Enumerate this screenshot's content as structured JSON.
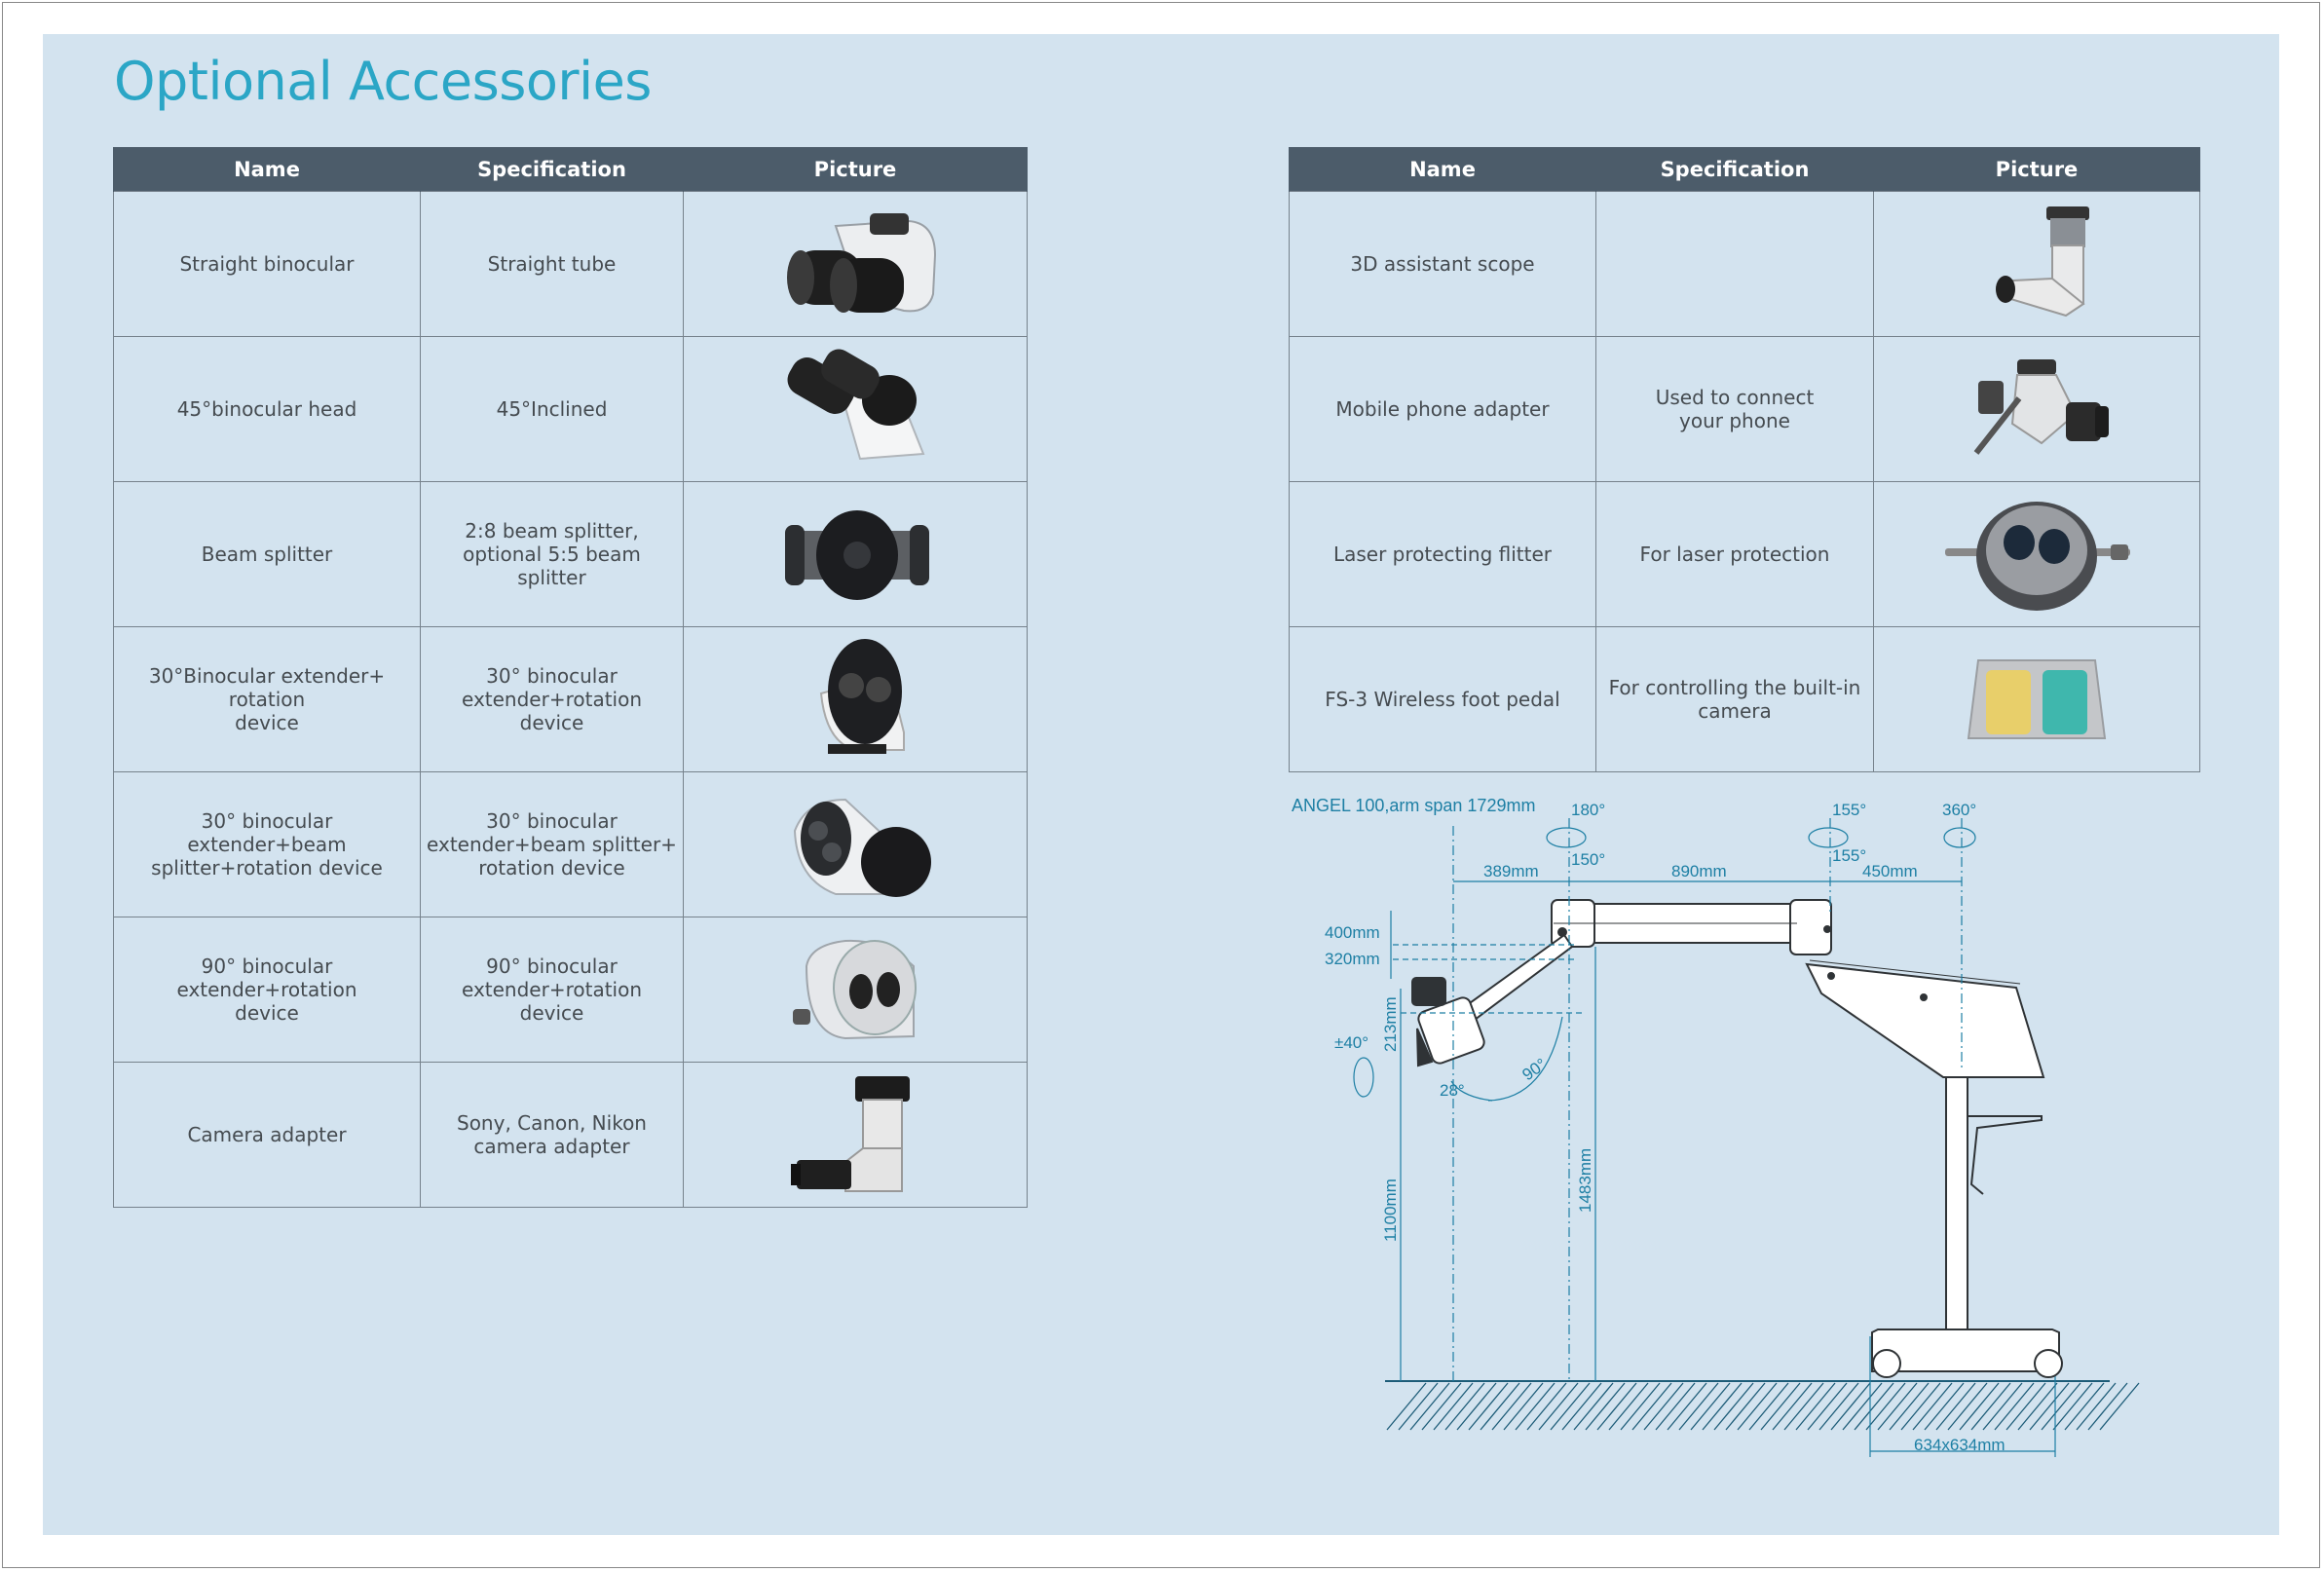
{
  "title": "Optional Accessories",
  "left_table": {
    "headers": [
      "Name",
      "Specification",
      "Picture"
    ],
    "rows": [
      {
        "name": "Straight binocular",
        "spec": "Straight tube",
        "picture_icon": "straight-binocular-icon"
      },
      {
        "name": "45°binocular head",
        "spec": "45°Inclined",
        "picture_icon": "inclined-binocular-icon"
      },
      {
        "name": "Beam splitter",
        "spec": "2:8 beam splitter,\noptional 5:5 beam\nsplitter",
        "picture_icon": "beam-splitter-icon"
      },
      {
        "name": "30°Binocular extender+ rotation\ndevice",
        "spec": "30° binocular\nextender+rotation\ndevice",
        "picture_icon": "binocular-extender-icon"
      },
      {
        "name": "30° binocular\nextender+beam\nsplitter+rotation device",
        "spec": "30° binocular\nextender+beam splitter+\nrotation device",
        "picture_icon": "extender-beam-splitter-icon"
      },
      {
        "name": "90° binocular\nextender+rotation\ndevice",
        "spec": "90° binocular\nextender+rotation\ndevice",
        "picture_icon": "90-extender-icon"
      },
      {
        "name": "Camera adapter",
        "spec": "Sony, Canon, Nikon\ncamera adapter",
        "picture_icon": "camera-adapter-icon"
      }
    ]
  },
  "right_table": {
    "headers": [
      "Name",
      "Specification",
      "Picture"
    ],
    "rows": [
      {
        "name": "3D assistant scope",
        "spec": "",
        "picture_icon": "assistant-scope-icon"
      },
      {
        "name": "Mobile phone adapter",
        "spec": "Used to connect\nyour phone",
        "picture_icon": "phone-adapter-icon"
      },
      {
        "name": "Laser protecting flitter",
        "spec": "For laser protection",
        "picture_icon": "laser-filter-icon"
      },
      {
        "name": "FS-3 Wireless foot pedal",
        "spec": "For controlling the built-in\ncamera",
        "picture_icon": "foot-pedal-icon"
      }
    ]
  },
  "diagram": {
    "caption": "ANGEL 100,arm span 1729mm",
    "angle_180": "180°",
    "angle_150": "150°",
    "angle_155_top": "155°",
    "angle_155_bottom": "155°",
    "angle_360": "360°",
    "dim_389": "389mm",
    "dim_890": "890mm",
    "dim_450": "450mm",
    "dim_400": "400mm",
    "dim_320": "320mm",
    "dim_213": "213mm",
    "angle_40": "±40°",
    "angle_90": "90°",
    "angle_28": "28°",
    "dim_1100": "1100mm",
    "dim_1483": "1483mm",
    "dim_base": "634x634mm",
    "line_color": "#1d7fa4"
  }
}
